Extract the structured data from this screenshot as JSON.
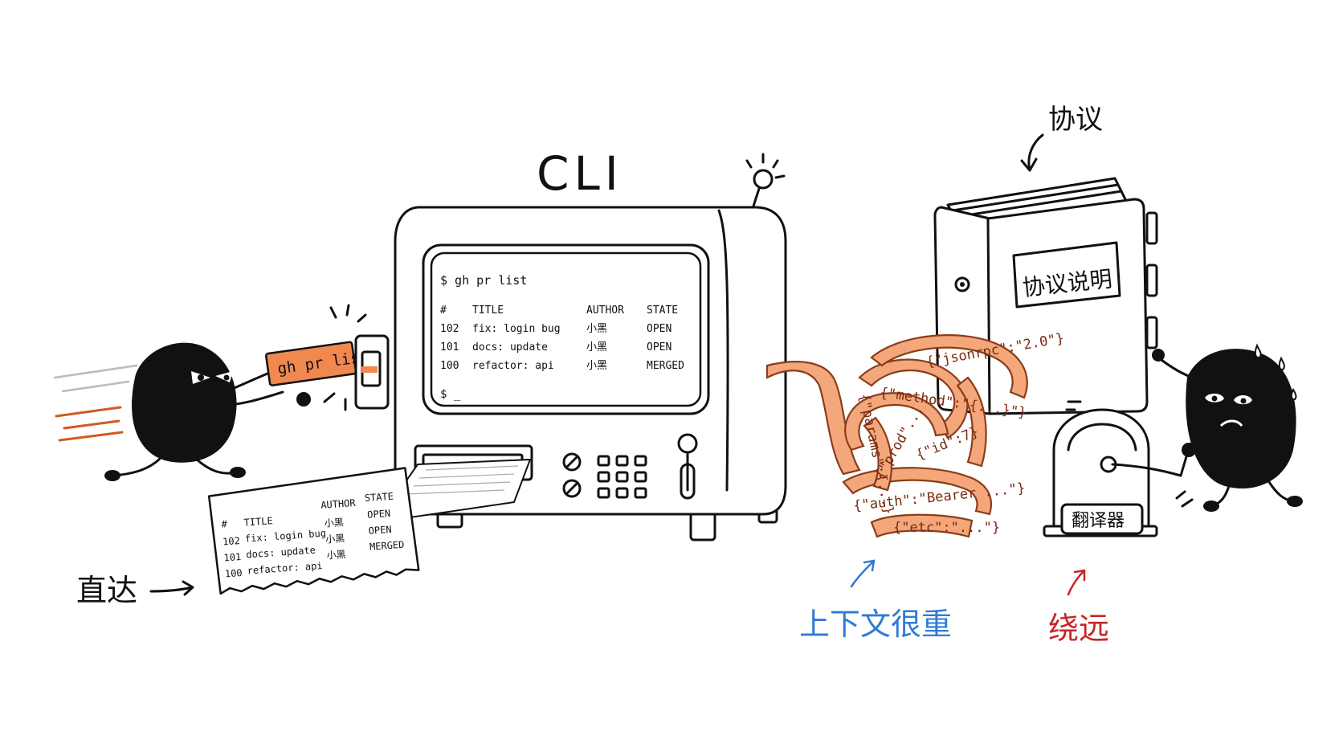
{
  "machine": {
    "title": "CLI",
    "command": "$ gh pr list",
    "table": {
      "headers": [
        "#",
        "TITLE",
        "AUTHOR",
        "STATE"
      ],
      "rows": [
        [
          "102",
          "fix: login bug",
          "小黑",
          "OPEN"
        ],
        [
          "101",
          "docs: update",
          "小黑",
          "OPEN"
        ],
        [
          "100",
          "refactor: api",
          "小黑",
          "MERGED"
        ]
      ]
    },
    "prompt": "$ _"
  },
  "card": {
    "label": "gh pr list"
  },
  "receipt": {
    "headers": [
      "#",
      "TITLE",
      "AUTHOR",
      "STATE"
    ],
    "rows": [
      [
        "102",
        "fix: login bug",
        "小黑",
        "OPEN"
      ],
      [
        "101",
        "docs: update",
        "小黑",
        "OPEN"
      ],
      [
        "100",
        "refactor: api",
        "小黑",
        "MERGED"
      ]
    ]
  },
  "labels": {
    "direct": "直达",
    "protocol": "协议",
    "manual_title": "协议说明",
    "translator": "翻译器",
    "heavy_context": "上下文很重",
    "detour": "绕远"
  },
  "ribbon_snippets": [
    "{\"jsonrpc\":\"2.0\"}",
    "{\"method\":\"{...}\"}",
    "{\"params\":{...}",
    "{\"id\":7}",
    "{\"auth\":\"Bearer ...\"}",
    "{\"etc\":\"...\"}",
    "{\"prod\"..."
  ],
  "colors": {
    "ribbon": "#f4a77a",
    "ribbon_ink": "#7a2a10",
    "accent_blue": "#2e7bd6",
    "accent_red": "#c8262a",
    "card": "#f0884f"
  }
}
